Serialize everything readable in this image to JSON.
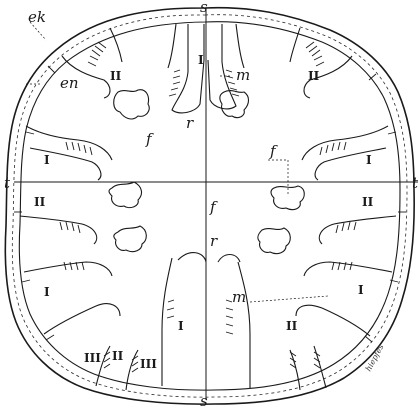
{
  "figure": {
    "labels": {
      "ek": "ek",
      "en": "en",
      "m": "m",
      "f": "f",
      "r": "r",
      "s": "s",
      "t": "t"
    },
    "septa": {
      "one": "I",
      "two": "II",
      "three": "III"
    },
    "signature": "hiepfes"
  }
}
